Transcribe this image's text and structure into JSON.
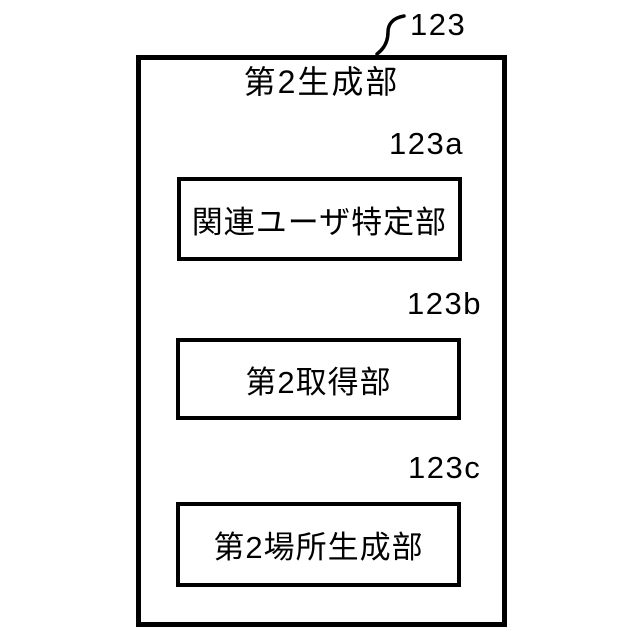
{
  "figure": {
    "colors": {
      "line": "#000000",
      "background": "#ffffff"
    },
    "outer_box": {
      "label": "123",
      "title": "第2生成部",
      "children": [
        {
          "label": "123a",
          "title": "関連ユーザ特定部"
        },
        {
          "label": "123b",
          "title": "第2取得部"
        },
        {
          "label": "123c",
          "title": "第2場所生成部"
        }
      ]
    }
  }
}
